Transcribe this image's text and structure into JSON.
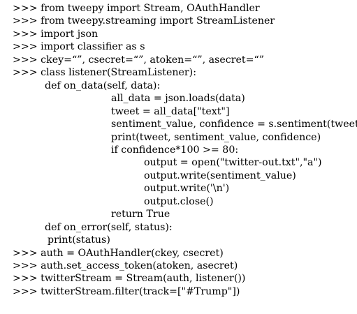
{
  "code": {
    "lines": [
      {
        "text": ">>> from tweepy import Stream, OAuthHandler",
        "indent": 0
      },
      {
        "text": ">>> from tweepy.streaming import StreamListener",
        "indent": 0
      },
      {
        "text": ">>> import json",
        "indent": 0
      },
      {
        "text": ">>> import classifier as s",
        "indent": 0
      },
      {
        "text": ">>> ckey=“”, csecret=“”, atoken=“”, asecret=“”",
        "indent": 0
      },
      {
        "text": ">>> class listener(StreamListener):",
        "indent": 0
      },
      {
        "text": "def on_data(self, data):",
        "indent": 1
      },
      {
        "text": "all_data = json.loads(data)",
        "indent": 2
      },
      {
        "text": "tweet = all_data[\"text\"]",
        "indent": 2
      },
      {
        "text": "sentiment_value, confidence = s.sentiment(tweet)",
        "indent": 2
      },
      {
        "text": "print(tweet, sentiment_value, confidence)",
        "indent": 2
      },
      {
        "text": "if confidence*100 >= 80:",
        "indent": 2
      },
      {
        "text": "output = open(\"twitter-out.txt\",\"a\")",
        "indent": 3
      },
      {
        "text": "output.write(sentiment_value)",
        "indent": 3
      },
      {
        "text": "output.write('\\n')",
        "indent": 3
      },
      {
        "text": "output.close()",
        "indent": 3
      },
      {
        "text": "return True",
        "indent": 2
      },
      {
        "text": "def on_error(self, status):",
        "indent": 1
      },
      {
        "text": "print(status)",
        "indent": 1
      },
      {
        "text": ">>> auth = OAuthHandler(ckey, csecret)",
        "indent": 0
      },
      {
        "text": ">>> auth.set_access_token(atoken, asecret)",
        "indent": 0
      },
      {
        "text": ">>> twitterStream = Stream(auth, listener())",
        "indent": 0
      },
      {
        "text": ">>> twitterStream.filter(track=[\"#Trump\"])",
        "indent": 0
      }
    ]
  }
}
